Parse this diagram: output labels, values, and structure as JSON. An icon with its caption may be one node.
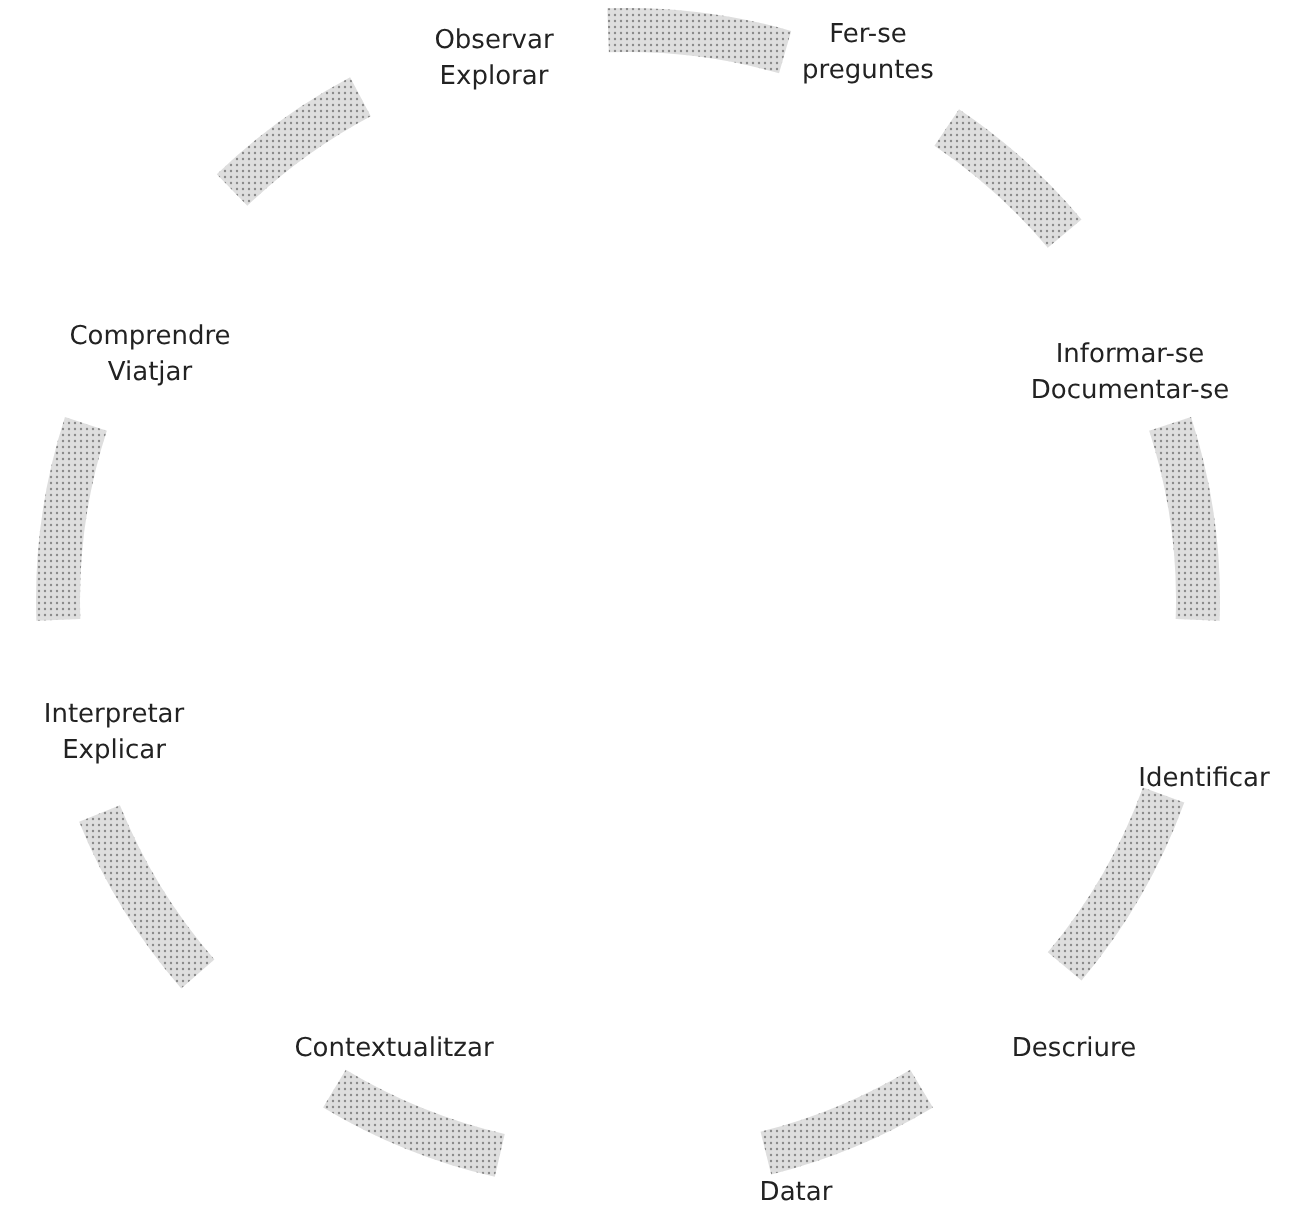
{
  "diagram": {
    "nodes": [
      {
        "text": [
          "Observar",
          "Explorar"
        ]
      },
      {
        "text": [
          "Fer-se preguntes"
        ]
      },
      {
        "text": [
          "Informar-se",
          "Documentar-se"
        ]
      },
      {
        "text": [
          "Identificar"
        ]
      },
      {
        "text": [
          "Descriure"
        ]
      },
      {
        "text": [
          "Datar"
        ]
      },
      {
        "text": [
          "Contextualitzar"
        ]
      },
      {
        "text": [
          "Interpretar",
          "Explicar"
        ]
      },
      {
        "text": [
          "Comprendre",
          "Viatjar"
        ]
      }
    ]
  }
}
